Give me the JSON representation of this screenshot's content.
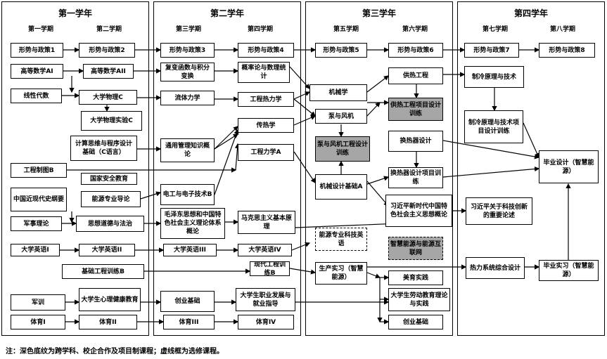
{
  "years": [
    {
      "title": "第一学年",
      "semesters": [
        "第一学期",
        "第二学期"
      ]
    },
    {
      "title": "第二学年",
      "semesters": [
        "第三学期",
        "第四学期"
      ]
    },
    {
      "title": "第三学年",
      "semesters": [
        "第五学期",
        "第六学期"
      ]
    },
    {
      "title": "第四学年",
      "semesters": [
        "第七学期",
        "第八学期"
      ]
    }
  ],
  "courses": {
    "xszc1": "形势与政策1",
    "xszc2": "形势与政策2",
    "xszc3": "形势与政策3",
    "xszc4": "形势与政策4",
    "xszc5": "形势与政策5",
    "xszc6": "形势与政策6",
    "xszc7": "形势与政策7",
    "xszc8": "形势与政策8",
    "gdsxA1": "高等数学AI",
    "gdsxA2": "高等数学AII",
    "fbhs": "复变函数与积分变换",
    "gll": "概率论与数理统计",
    "xxds": "线性代数",
    "dxwlC": "大学物理C",
    "ltlx": "流体力学",
    "grlx": "工程热力学",
    "jxx": "机械学",
    "grgc": "供热工程",
    "grsj": "供热工程项目设计训练",
    "dxwlsy": "大学物理实验C",
    "ccx": "传热学",
    "bfj": "泵与风机",
    "jsjsw": "计算思维与程序设计基础（C语言）",
    "tyglzs": "通用管理知识概论",
    "gclxA": "工程力学A",
    "bfjsx": "泵与风机工程设计训练",
    "hrqsj": "换热器设计",
    "zllyl": "制冷原理与技术",
    "zlxmsj": "制冷原理与技术项目设计训练",
    "gczt": "工程制图B",
    "gjaq": "国家安全教育",
    "jxsjA": "机械设计基础A",
    "hrqxm": "换热器设计项目训练",
    "bysj": "毕业设计（智慧能源）",
    "zgjdsh": "中国近现代史纲要",
    "nyzydl": "能源专业导论",
    "dgdz": "电工与电子技术B",
    "xjp1": "习近平新时代中国特色社会主义思想概论",
    "xjp2": "习近平关于科技创新的重要论述",
    "jsll": "军事理论",
    "sxdd": "思想道德与法治",
    "mzd": "毛泽东思想和中国特色社会主义理论体系概论",
    "mks": "马克思主义基本原理",
    "nykjyy": "能源专业科技英语",
    "zhny": "智慧能源与能源互联网",
    "yy1": "大学英语I",
    "yy2": "大学英语II",
    "yy3": "大学英语III",
    "yy4": "大学英语IV",
    "jcgc": "基础工程训练B",
    "xdgc": "现代工程训练B",
    "scsx": "生产实习（智慧能源）",
    "rlxt": "热力系统综合设计",
    "bysx": "毕业实习（智慧能源）",
    "mysj": "美育实践",
    "jx": "军训",
    "xlj": "大学生心理健康教育",
    "cyjc": "创业基础",
    "zyfz": "大学生职业发展与就业指导",
    "ldjy": "大学生劳动教育理论与实践",
    "cyjl": "创业基础",
    "ty1": "体育I",
    "ty2": "体育II",
    "ty3": "体育III",
    "ty4": "体育IV"
  },
  "footnote": "注：深色底纹为跨学科、校企合作及项目制课程；虚线框为选修课程。"
}
